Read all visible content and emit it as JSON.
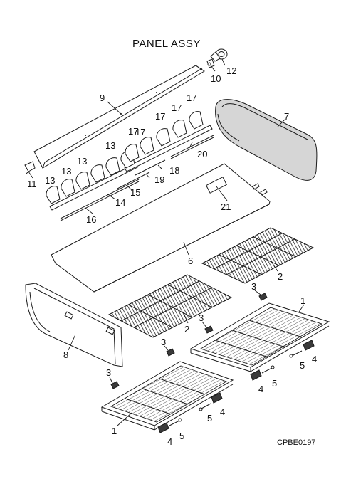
{
  "title": "PANEL ASSY",
  "drawing_code": "CPBE0197",
  "part_numbers": {
    "p1a": "1",
    "p1b": "1",
    "p2a": "2",
    "p2b": "2",
    "p3a": "3",
    "p3b": "3",
    "p3c": "3",
    "p3d": "3",
    "p4a": "4",
    "p4b": "4",
    "p4c": "4",
    "p4d": "4",
    "p5a": "5",
    "p5b": "5",
    "p5c": "5",
    "p5d": "5",
    "p6": "6",
    "p7": "7",
    "p8": "8",
    "p9": "9",
    "p10": "10",
    "p11": "11",
    "p12": "12",
    "p13a": "13",
    "p13b": "13",
    "p13c": "13",
    "p13d": "13",
    "p14": "14",
    "p15": "15",
    "p16": "16",
    "p17a": "17",
    "p17b": "17",
    "p17c": "17",
    "p17d": "17",
    "p17e": "17",
    "p18": "18",
    "p19": "19",
    "p20": "20",
    "p21": "21"
  }
}
